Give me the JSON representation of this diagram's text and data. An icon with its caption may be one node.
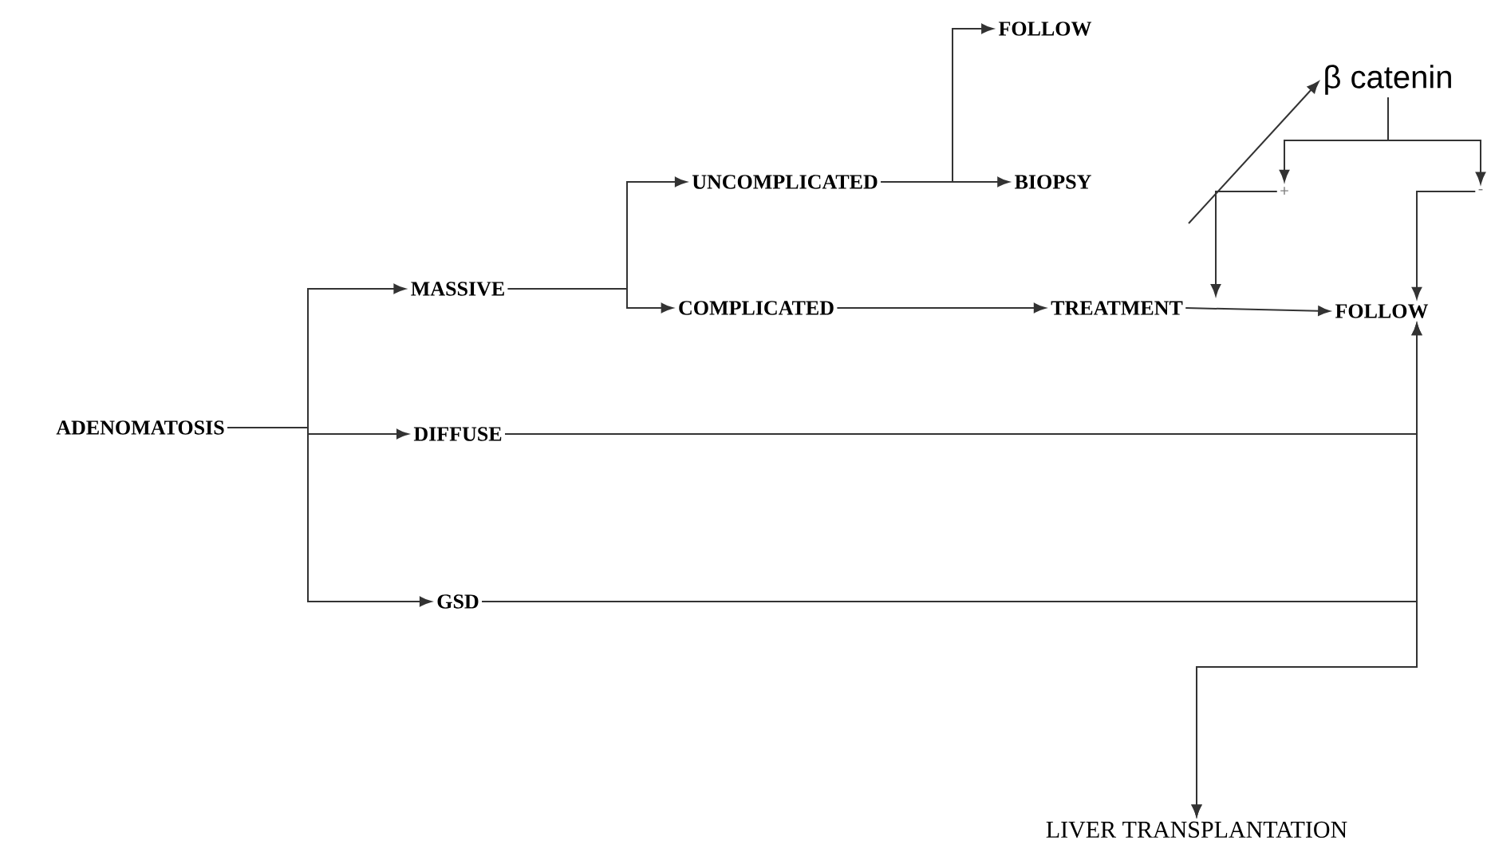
{
  "diagram": {
    "nodes": [
      {
        "text": [
          "ADENOMATOSIS"
        ]
      },
      {
        "text": [
          "MASSIVE"
        ]
      },
      {
        "text": [
          "DIFFUSE"
        ]
      },
      {
        "text": [
          "GSD"
        ]
      },
      {
        "text": [
          "UNCOMPLICATED"
        ]
      },
      {
        "text": [
          "COMPLICATED"
        ]
      },
      {
        "text": [
          "FOLLOW"
        ]
      },
      {
        "text": [
          "BIOPSY"
        ]
      },
      {
        "text": [
          "TREATMENT"
        ]
      },
      {
        "text": [
          "FOLLOW"
        ]
      },
      {
        "text": [
          "β catenin"
        ]
      },
      {
        "text": [
          "+"
        ]
      },
      {
        "text": [
          "-"
        ]
      },
      {
        "text": [
          "LIVER TRANSPLANTATION"
        ]
      }
    ],
    "edges": [
      {
        "from": 0,
        "to": 1,
        "arrow": "to"
      },
      {
        "from": 0,
        "to": 2,
        "arrow": "to"
      },
      {
        "from": 0,
        "to": 3,
        "arrow": "to"
      },
      {
        "from": 1,
        "to": 4,
        "arrow": "to"
      },
      {
        "from": 1,
        "to": 5,
        "arrow": "to"
      },
      {
        "from": 4,
        "to": 6,
        "arrow": "to"
      },
      {
        "from": 4,
        "to": 7,
        "arrow": "to"
      },
      {
        "from": 5,
        "to": 8,
        "arrow": "to"
      },
      {
        "from": 8,
        "to": 9,
        "arrow": "to"
      },
      {
        "from": 10,
        "to": 11,
        "arrow": "to"
      },
      {
        "from": 10,
        "to": 12,
        "arrow": "to"
      },
      {
        "from": 11,
        "to": 8,
        "arrow": "to"
      },
      {
        "from": 12,
        "to": 9,
        "arrow": "to"
      },
      {
        "from": 2,
        "to": 9,
        "arrow": "to"
      },
      {
        "from": 3,
        "to": 9,
        "arrow": "to"
      },
      {
        "from": 2,
        "to": 13,
        "arrow": "to"
      },
      {
        "from": 3,
        "to": 13,
        "arrow": "to"
      },
      {
        "from": null,
        "to": 10,
        "arrow": "to"
      }
    ]
  }
}
